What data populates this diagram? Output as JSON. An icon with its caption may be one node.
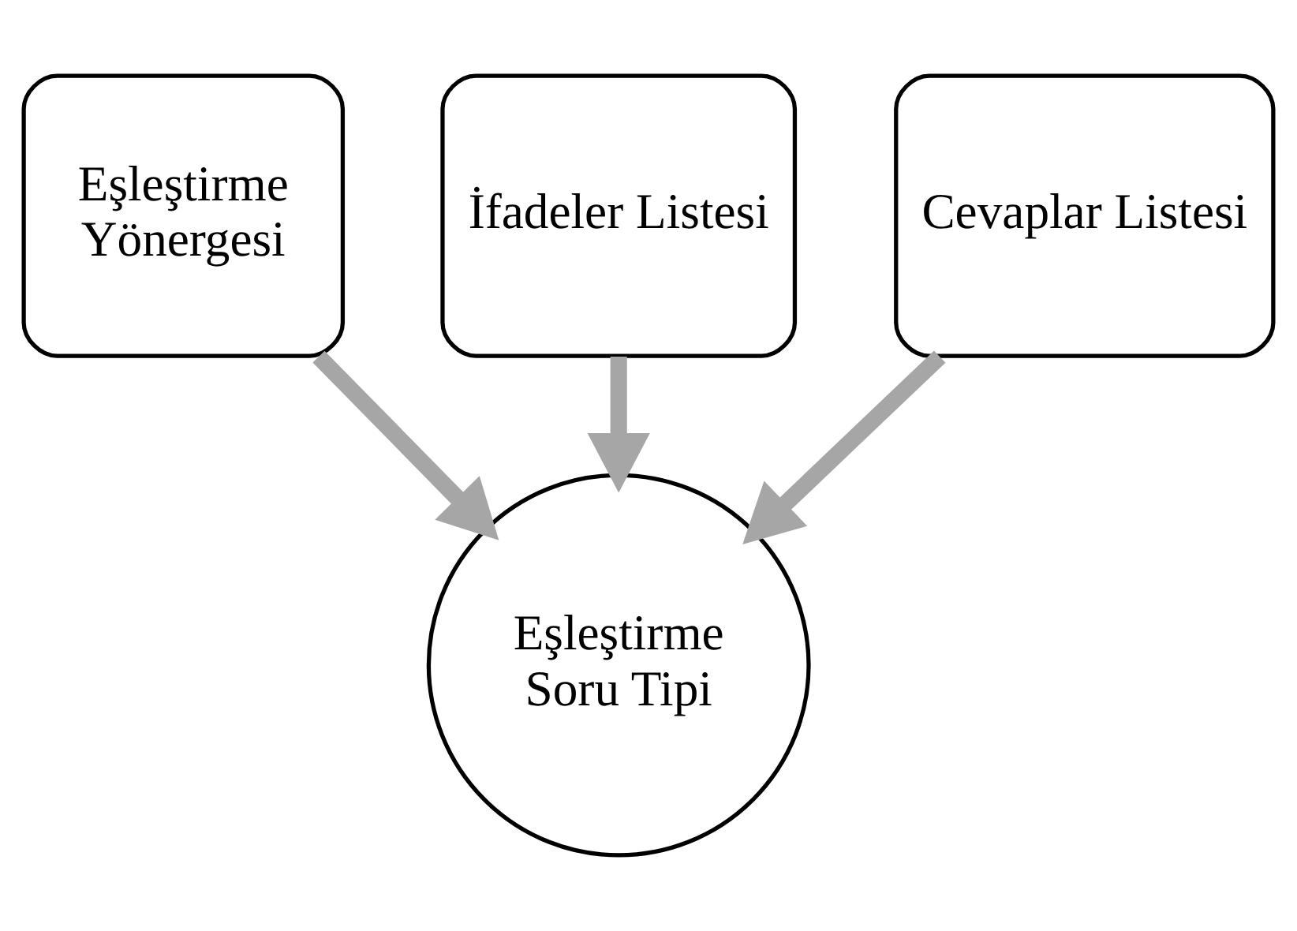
{
  "diagram": {
    "nodes": [
      {
        "text": [
          "Eşleştirme Yönergesi"
        ]
      },
      {
        "text": [
          "İfadeler Listesi"
        ]
      },
      {
        "text": [
          "Cevaplar Listesi"
        ]
      },
      {
        "text": [
          "Eşleştirme Soru Tipi"
        ]
      }
    ],
    "edges": [
      {
        "from": 0,
        "to": 3,
        "arrow": "to"
      },
      {
        "from": 1,
        "to": 3,
        "arrow": "to"
      },
      {
        "from": 2,
        "to": 3,
        "arrow": "to"
      }
    ]
  }
}
